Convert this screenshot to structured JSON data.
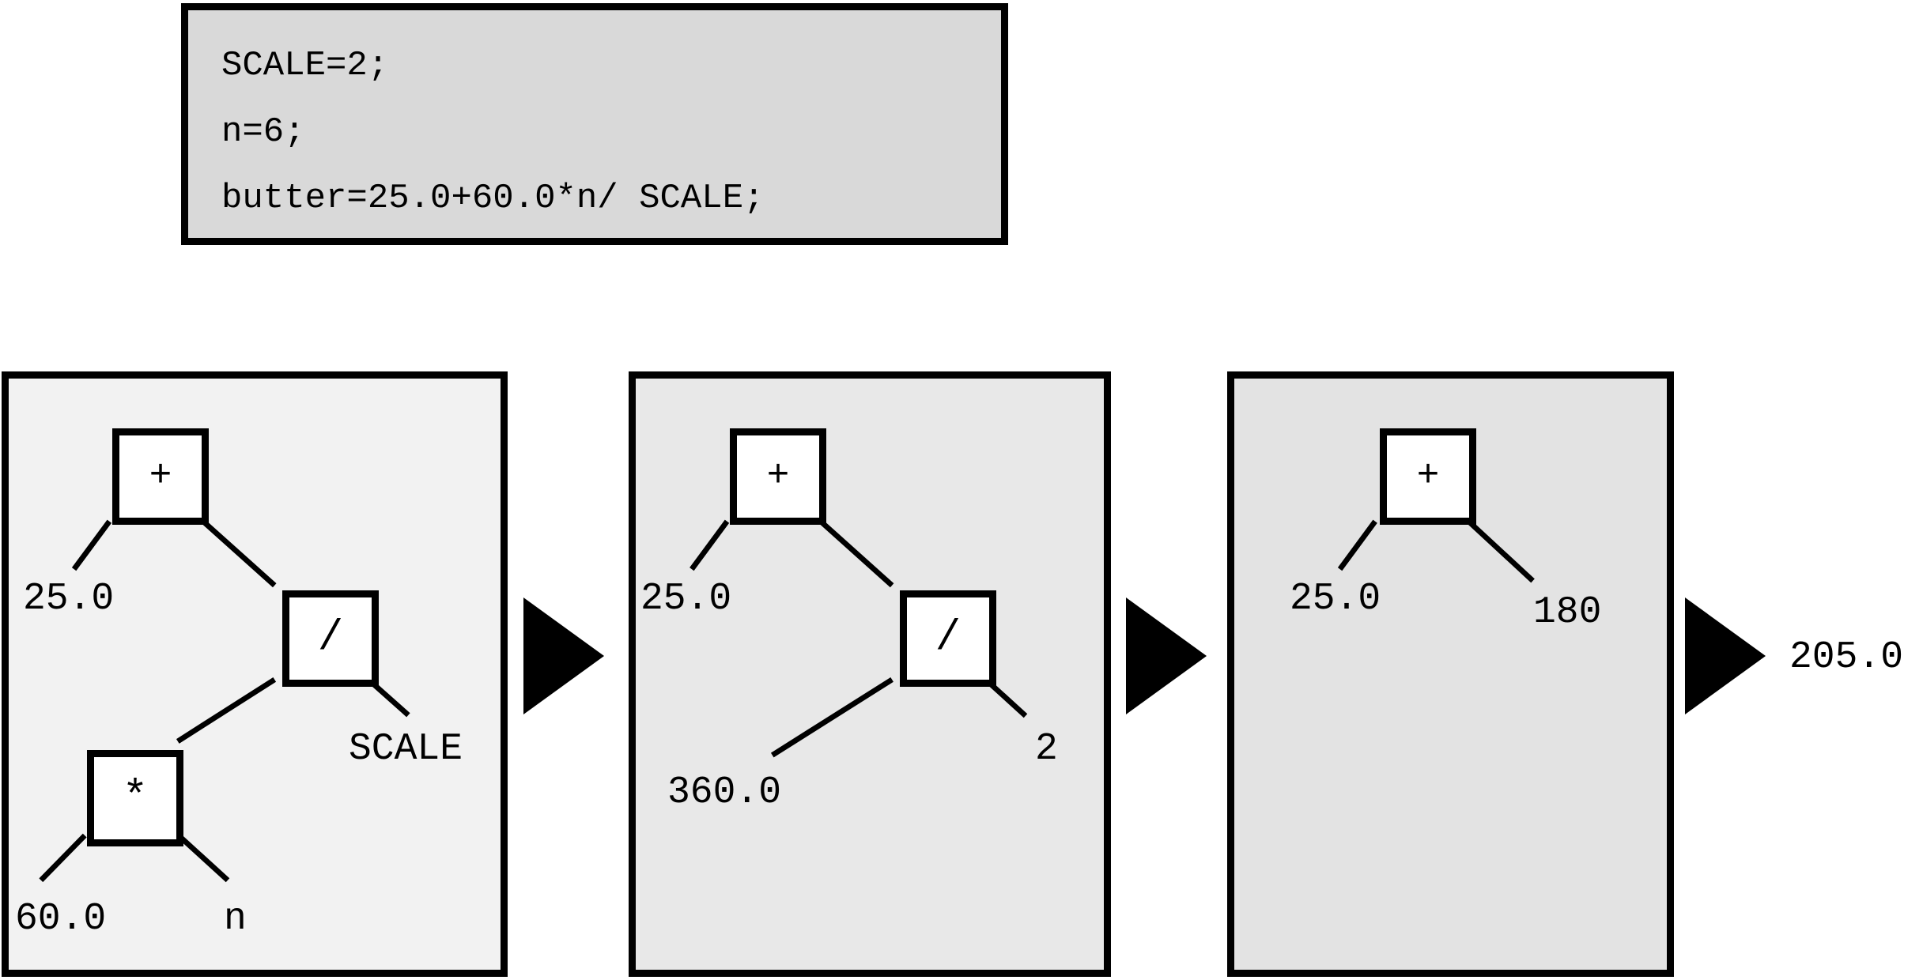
{
  "code_box": {
    "name": "source-code-snippet",
    "lines": [
      "SCALE=2;",
      "n=6;",
      "butter=25.0+60.0*n/ SCALE;"
    ]
  },
  "panels": [
    {
      "id": "panel-1",
      "caption": "expression-tree-initial",
      "background": "#f2f2f2",
      "nodes": [
        {
          "name": "root-plus",
          "symbol": "+"
        },
        {
          "name": "divide",
          "symbol": "/"
        },
        {
          "name": "multiply",
          "symbol": "*"
        }
      ],
      "leaves": [
        {
          "name": "leaf-25",
          "label": "25.0"
        },
        {
          "name": "leaf-scale",
          "label": "SCALE"
        },
        {
          "name": "leaf-60",
          "label": "60.0"
        },
        {
          "name": "leaf-n",
          "label": "n"
        }
      ]
    },
    {
      "id": "panel-2",
      "caption": "expression-tree-step-2",
      "background": "#e8e8e8",
      "nodes": [
        {
          "name": "root-plus",
          "symbol": "+"
        },
        {
          "name": "divide",
          "symbol": "/"
        }
      ],
      "leaves": [
        {
          "name": "leaf-25",
          "label": "25.0"
        },
        {
          "name": "leaf-360",
          "label": "360.0"
        },
        {
          "name": "leaf-2",
          "label": "2"
        }
      ]
    },
    {
      "id": "panel-3",
      "caption": "expression-tree-step-3",
      "background": "#e3e3e3",
      "nodes": [
        {
          "name": "root-plus",
          "symbol": "+"
        }
      ],
      "leaves": [
        {
          "name": "leaf-25",
          "label": "25.0"
        },
        {
          "name": "leaf-180",
          "label": "180"
        }
      ]
    }
  ],
  "arrows": [
    {
      "name": "arrow-step-1-to-2",
      "glyph": "right-triangle"
    },
    {
      "name": "arrow-step-2-to-3",
      "glyph": "right-triangle"
    },
    {
      "name": "arrow-step-3-to-result",
      "glyph": "right-triangle"
    }
  ],
  "result": {
    "name": "final-value",
    "value": "205.0"
  },
  "colors": {
    "line": "#000000",
    "node_fill": "#ffffff",
    "code_fill": "#d9d9d9",
    "panel_1": "#f2f2f2",
    "panel_2": "#e8e8e8",
    "panel_3": "#e3e3e3"
  }
}
